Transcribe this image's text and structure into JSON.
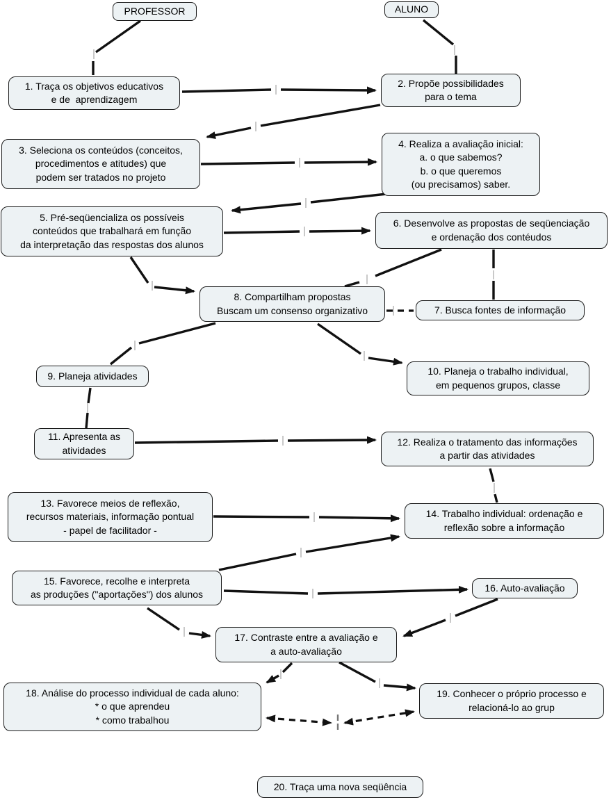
{
  "colors": {
    "node_fill": "#edf2f4",
    "node_border": "#1b1b1b",
    "connector": "#111111",
    "tick": "#c9c9c9"
  },
  "nodes": {
    "professor": {
      "label": "PROFESSOR"
    },
    "aluno": {
      "label": "ALUNO"
    },
    "n1": {
      "label": "1. Traça os objetivos educativos\ne de  aprendizagem"
    },
    "n2": {
      "label": "2. Propõe possibilidades\npara o tema"
    },
    "n3": {
      "label": "3. Seleciona os conteúdos (conceitos,\nprocedimentos e atitudes) que\npodem ser tratados no projeto"
    },
    "n4": {
      "label": "4. Realiza a avaliação inicial:\na. o que sabemos?\nb. o que queremos\n(ou precisamos) saber."
    },
    "n5": {
      "label": "5. Pré-seqüencializa os possíveis\nconteúdos que trabalhará em função\nda interpretação das respostas dos alunos"
    },
    "n6": {
      "label": "6. Desenvolve as propostas de seqüenciação\ne ordenação dos contéudos"
    },
    "n7": {
      "label": "7. Busca fontes de informação"
    },
    "n8": {
      "label": "8. Compartilham propostas\nBuscam um consenso organizativo"
    },
    "n9": {
      "label": "9. Planeja atividades"
    },
    "n10": {
      "label": "10. Planeja o trabalho individual,\nem pequenos grupos, classe"
    },
    "n11": {
      "label": "11. Apresenta as\natividades"
    },
    "n12": {
      "label": "12. Realiza o tratamento das informações\na partir das atividades"
    },
    "n13": {
      "label": "13. Favorece meios de reflexão,\nrecursos materiais, informação pontual\n- papel de facilitador -"
    },
    "n14": {
      "label": "14. Trabalho individual: ordenação e\nreflexão sobre a informação"
    },
    "n15": {
      "label": "15. Favorece, recolhe e interpreta\nas produções (\"aportações\") dos alunos"
    },
    "n16": {
      "label": "16. Auto-avaliação"
    },
    "n17": {
      "label": "17. Contraste entre a avaliação e\na auto-avaliação"
    },
    "n18": {
      "label": "18. Análise do processo individual de cada aluno:\n* o que aprendeu\n* como trabalhou"
    },
    "n19": {
      "label": "19. Conhecer o próprio processo e\nrelacioná-lo ao grup"
    },
    "n20": {
      "label": "20. Traça uma nova seqüência"
    }
  },
  "edges": [
    {
      "from": "professor",
      "to": "n1",
      "type": "plain"
    },
    {
      "from": "aluno",
      "to": "n2",
      "type": "plain"
    },
    {
      "from": "n1",
      "to": "n2",
      "type": "arrow"
    },
    {
      "from": "n2",
      "to": "n3",
      "type": "arrow"
    },
    {
      "from": "n3",
      "to": "n4",
      "type": "arrow"
    },
    {
      "from": "n4",
      "to": "n5",
      "type": "arrow"
    },
    {
      "from": "n5",
      "to": "n6",
      "type": "arrow"
    },
    {
      "from": "n5",
      "to": "n8",
      "type": "arrow"
    },
    {
      "from": "n6",
      "to": "n8",
      "type": "plain"
    },
    {
      "from": "n6",
      "to": "n7",
      "type": "plain"
    },
    {
      "from": "n8",
      "to": "n7",
      "type": "dashed"
    },
    {
      "from": "n8",
      "to": "n9",
      "type": "plain"
    },
    {
      "from": "n8",
      "to": "n10",
      "type": "arrow"
    },
    {
      "from": "n9",
      "to": "n11",
      "type": "plain"
    },
    {
      "from": "n11",
      "to": "n12",
      "type": "arrow"
    },
    {
      "from": "n12",
      "to": "n14",
      "type": "plain"
    },
    {
      "from": "n13",
      "to": "n14",
      "type": "arrow"
    },
    {
      "from": "n15",
      "to": "n14",
      "type": "arrow"
    },
    {
      "from": "n15",
      "to": "n16",
      "type": "arrow"
    },
    {
      "from": "n15",
      "to": "n17",
      "type": "arrow"
    },
    {
      "from": "n16",
      "to": "n17",
      "type": "arrow"
    },
    {
      "from": "n17",
      "to": "n18",
      "type": "arrow"
    },
    {
      "from": "n17",
      "to": "n19",
      "type": "arrow"
    },
    {
      "from": "n18",
      "to": "n19",
      "type": "dashed-double-arrow"
    }
  ]
}
